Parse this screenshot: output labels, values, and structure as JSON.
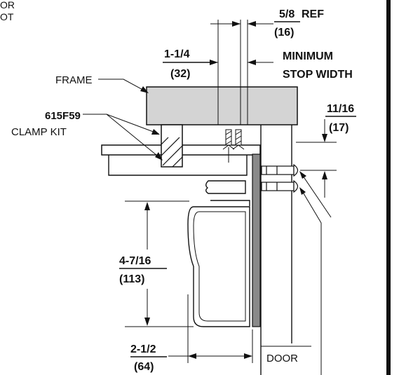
{
  "labels": {
    "top_cut_1": "OR",
    "top_cut_2": "OT",
    "frame": "FRAME",
    "clamp_part": "615F59",
    "clamp_kit": "CLAMP KIT",
    "stop_ref_frac": "5/8",
    "stop_ref_word": "REF",
    "stop_ref_mm": "(16)",
    "width_frac": "1-1/4",
    "width_mm": "(32)",
    "min_stop_1": "MINIMUM",
    "min_stop_2": "STOP WIDTH",
    "offset_frac": "11/16",
    "offset_mm": "(17)",
    "height_frac": "4-7/16",
    "height_mm": "(113)",
    "depth_frac": "2-1/2",
    "depth_mm": "(64)",
    "door": "DOOR"
  },
  "colors": {
    "ink": "#111111",
    "frame_fill": "#d4d4d4",
    "door_plate_fill": "#8a8a8a",
    "background": "#ffffff"
  }
}
